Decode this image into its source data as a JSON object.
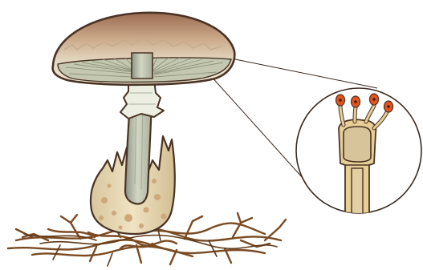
{
  "figure": {
    "subject": "mushroom-anatomy",
    "parts": [
      "cap",
      "gills",
      "ring",
      "stem",
      "volva",
      "mycelium",
      "basidium",
      "basidiospores"
    ],
    "colors": {
      "cap_top": "#9b6b52",
      "cap_fill": "#e8e0cc",
      "gills": "#c5c8b0",
      "stem": "#c7cdb8",
      "volva": "#e7d8b4",
      "mycelium": "#7a4a22",
      "spore": "#e6541e",
      "outline": "#4a3324"
    }
  }
}
